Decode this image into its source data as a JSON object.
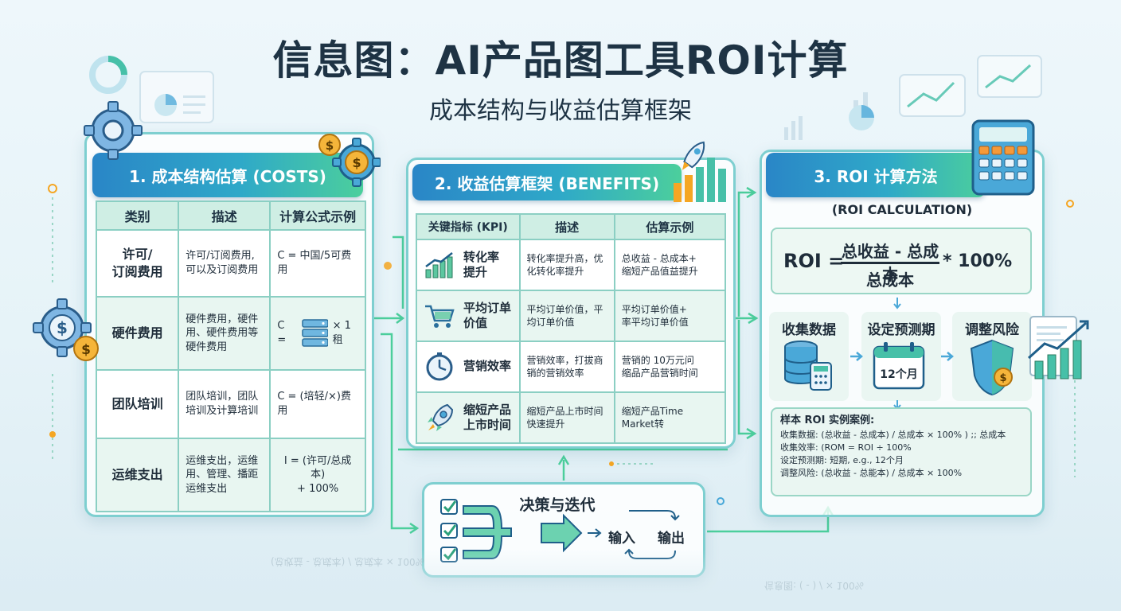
{
  "title": "信息图：AI产品图工具ROI计算",
  "subtitle": "成本结构与收益估算框架",
  "costs": {
    "header": "1. 成本结构估算 (COSTS)",
    "columns": [
      "类别",
      "描述",
      "计算公式示例"
    ],
    "rows": [
      {
        "category": "许可/\n订阅费用",
        "description": "许可/订阅费用,\n可以及订阅费用",
        "formula": "C = 中国/5可费用"
      },
      {
        "category": "硬件费用",
        "description": "硬件费用，硬件\n用、硬件费用等\n硬件费用",
        "formula_pre": "C =",
        "formula_post": "× 1租"
      },
      {
        "category": "团队培训",
        "description": "团队培训，团队\n培训及计算培训",
        "formula": "C = (培轻/×)费用"
      },
      {
        "category": "运维支出",
        "description": "运维支出，运维\n用、管理、播距\n运维支出",
        "formula": "I = (许可/总成本)\n+ 100%"
      }
    ]
  },
  "benefits": {
    "header": "2. 收益估算框架 (BENEFITS)",
    "columns": [
      "关键指标 (KPI)",
      "描述",
      "估算示例"
    ],
    "rows": [
      {
        "kpi": "转化率\n提升",
        "icon": "growth-chart-icon",
        "description": "转化率提升高，优\n化转化率提升",
        "example": "总收益 - 总成本+\n缩短产品值益提升"
      },
      {
        "kpi": "平均订单\n价值",
        "icon": "shopping-cart-icon",
        "description": "平均订单价值，平\n均订单价值",
        "example": "平均订单价值+\n率平均订单价值"
      },
      {
        "kpi": "营销效率",
        "icon": "clock-icon",
        "description": "营销效率，打拔商\n销的营销效率",
        "example": "营销的 10万元问\n缩品产品营销时间"
      },
      {
        "kpi": "缩短产品\n上市时间",
        "icon": "rocket-icon",
        "description": "缩短产品上市时间\n快速提升",
        "example": "缩短产品Time\nMarket转"
      }
    ]
  },
  "roi": {
    "header": "3. ROI 计算方法",
    "subheader": "(ROI CALCULATION)",
    "formula": {
      "label": "ROI =",
      "numerator": "总收益 - 总成本",
      "denominator": "总成本",
      "multiplier": "* 100%"
    },
    "steps": [
      "收集数据",
      "设定预测期",
      "调整风险"
    ],
    "period": "12个月",
    "example": {
      "title": "样本 ROI 实例案例:",
      "lines": [
        "收集数据: (总收益 - 总成本) / 总成本 × 100% ) ;; 总成本",
        "收集效率: (ROM = ROI ÷ 100%",
        "设定预测期: 短期, e.g., 12个月",
        "调整风险: (总收益 - 总能本) / 总成本 × 100%"
      ]
    }
  },
  "decision": {
    "title": "决策与迭代",
    "input": "输入",
    "output": "输出"
  },
  "reflection": {
    "line1": "(总收益 - 总成本) / 总成本 × 100%",
    "line2": "信息图: ( - ) / × 100%"
  },
  "colors": {
    "header_start": "#2a86c7",
    "header_end": "#4ccf9c",
    "panel_border": "#7ecfd0",
    "table_header": "#cfeee4",
    "accent_orange": "#f5a623"
  }
}
